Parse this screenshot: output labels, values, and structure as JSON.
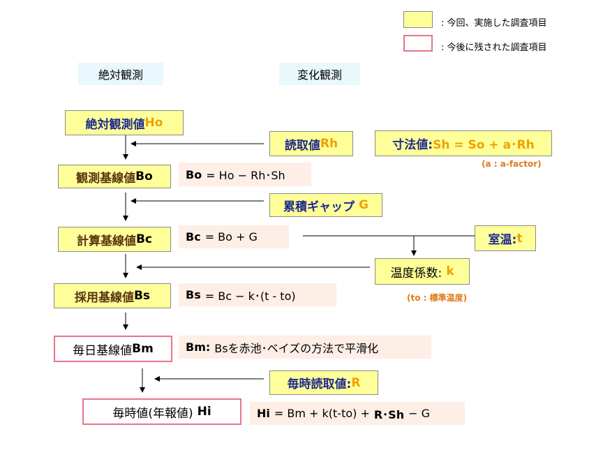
{
  "legend": {
    "implemented": ": 今回、実施した調査項目",
    "remaining": ": 今後に残された調査項目"
  },
  "headers": {
    "absolute": "絶対観測",
    "variation": "変化観測"
  },
  "nodes": {
    "ho": {
      "label": "絶対観測値",
      "sym": "Ho"
    },
    "rh": {
      "label": "読取値",
      "sym": "Rh"
    },
    "sh": {
      "label": "寸法値:",
      "formula": "Sh = So + a･Rh"
    },
    "bo": {
      "label": "観測基線値",
      "sym": "Bo"
    },
    "g": {
      "label": "累積ギャップ",
      "sym": "G"
    },
    "bc": {
      "label": "計算基線値",
      "sym": "Bc"
    },
    "t": {
      "label": "室温:",
      "sym": "t"
    },
    "k": {
      "label": "温度係数:",
      "sym": "k"
    },
    "bs": {
      "label": "採用基線値",
      "sym": "Bs"
    },
    "bm": {
      "label": "毎日基線値",
      "sym": "Bm"
    },
    "r": {
      "label": "毎時読取値:",
      "sym": "R"
    },
    "hi": {
      "label": "毎時値(年報値)",
      "sym": "Hi"
    }
  },
  "formulas": {
    "bo": {
      "lhs": "Bo",
      "rhs": "= Ho − Rh･Sh"
    },
    "bc": {
      "lhs": "Bc",
      "rhs": "= Bo + G"
    },
    "bs": {
      "lhs": "Bs",
      "rhs": "= Bc − k･(t - to)"
    },
    "bm": {
      "lhs": "Bm:",
      "rhs": "Bsを赤池･ベイズの方法で平滑化"
    },
    "hi": {
      "lhs": "Hi",
      "mid": "= Bm + k(t-to) +",
      "r": "R･Sh",
      "tail": "− G"
    }
  },
  "notes": {
    "a_factor": "(a : a-factor)",
    "to": "(to : 標準温度)"
  },
  "colors": {
    "implemented_fill": "#ffff99",
    "remaining_border": "#e8738a",
    "formula_fill": "#fdeee6",
    "label_blue": "#1f2a8c",
    "symbol_orange": "#f0a000"
  }
}
